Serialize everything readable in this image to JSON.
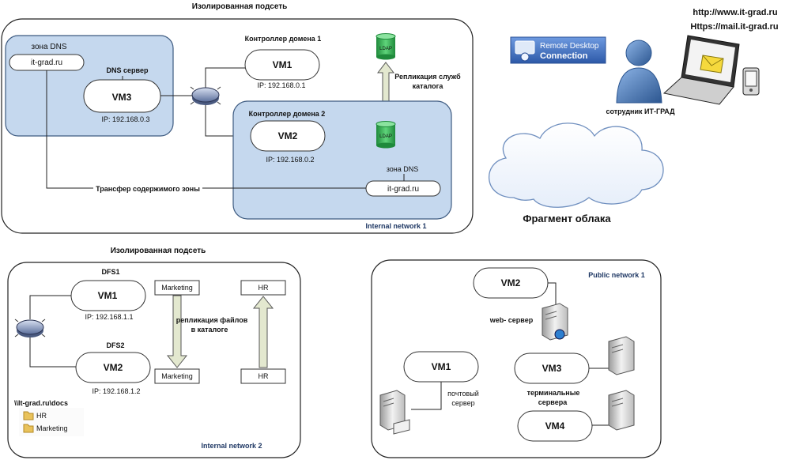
{
  "top_left": {
    "isolated_title": "Изолированная подсеть",
    "dns_zone_label": "зона DNS",
    "dns_zone_value": "it-grad.ru",
    "dns_server_label": "DNS сервер",
    "vm3_label": "VM3",
    "vm3_ip": "IP: 192.168.0.3",
    "dc1_title": "Контроллер домена 1",
    "vm1_label": "VM1",
    "vm1_ip": "IP:  192.168.0.1",
    "ldap_top": "LDAP",
    "ldap_bottom": "LDAP",
    "replication_line1": "Репликация служб",
    "replication_line2": "каталога",
    "dc2_title": "Контроллер домена 2",
    "vm2_label": "VM2",
    "vm2_ip": "IP:  192.168.0.2",
    "dns_zone2_label": "зона DNS",
    "dns_zone2_value": "it-grad.ru",
    "transfer_label": "Трансфер содержимого зоны",
    "network_label": "Internal network 1"
  },
  "top_right": {
    "url1": "http://www.it-grad.ru",
    "url2": "Https://mail.it-grad.ru",
    "rdc_line1": "Remote Desktop",
    "rdc_line2": "Connection",
    "employee_label": "сотрудник ИТ-ГРАД",
    "cloud_label": "Фрагмент облака"
  },
  "bottom_left": {
    "isolated_title": "Изолированная подсеть",
    "dfs1_label": "DFS1",
    "vm1_label": "VM1",
    "vm1_ip": "IP:  192.168.1.1",
    "dfs2_label": "DFS2",
    "vm2_label": "VM2",
    "vm2_ip": "IP:  192.168.1.2",
    "marketing_top": "Marketing",
    "marketing_bottom": "Marketing",
    "hr_top": "HR",
    "hr_bottom": "HR",
    "replication_line1": "репликация файлов",
    "replication_line2": "в каталоге",
    "share_path": "\\\\It-grad.ru\\docs",
    "folder_hr": "HR",
    "folder_marketing": "Marketing",
    "network_label": "Internal network 2"
  },
  "bottom_right": {
    "network_label": "Public network 1",
    "vm2_label": "VM2",
    "web_server_label": "web- сервер",
    "vm1_label": "VM1",
    "mail_line1": "почтовый",
    "mail_line2": "сервер",
    "vm3_label": "VM3",
    "terminal_line1": "терминальные",
    "terminal_line2": "сервера",
    "vm4_label": "VM4"
  },
  "colors": {
    "zone_fill": "#c5d8ee",
    "zone_stroke": "#3d5a80",
    "ldap_green": "#2fae4f",
    "arrow_fill": "#e3e8cf",
    "rdc_blue": "#3c6fc3",
    "person_blue": "#4a78b5"
  }
}
